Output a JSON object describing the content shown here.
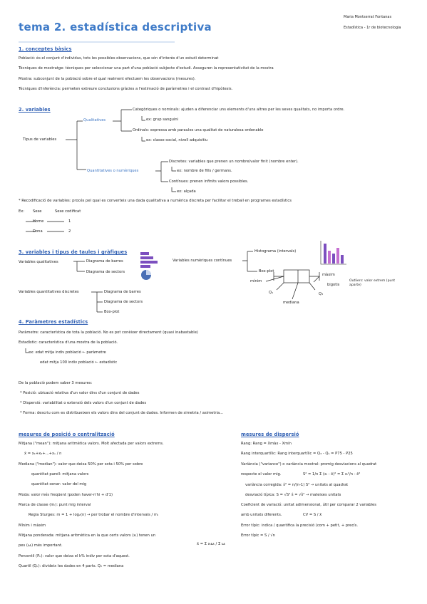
{
  "header": {
    "title": "tema 2. estadística descriptiva",
    "author": "Maria Montserrat Fontanas",
    "course": "Estadística - 1r de biotecnologia"
  },
  "s1": {
    "heading": "1. conceptes bàsics",
    "l1": "Població: és el conjunt d'individus, tots les possibles observacions, que són d'interès d'un estudi determinat",
    "l2": "Tècniques de mostratge: tècniques per seleccionar una part d'una població subjecte d'estudi. Asseguren la representativitat de la mostra",
    "l3": "Mostra: subconjunt de la població sobre el qual realment efectuem les observacions (mesures).",
    "l4": "Tècniques d'inferència: permeten extreure conclusions gràcies a l'estimació de paràmetres i el contrast d'hipòtesis."
  },
  "s2": {
    "heading": "2. variables",
    "tipus": "Tipus de variables",
    "qual": "Qualitatives",
    "categoriques": "Categòriques o nominals: ajuden a diferenciar uns elements d'uns altres per les seves qualitats, no importa ordre.",
    "ex1": "ex: grup sanguini",
    "ordinals": "Ordinals: expressa amb paraules una qualitat de naturalesa ordenable",
    "ex2": "ex: classe social, nivell adquisitiu",
    "quant": "Quantitatives o numèriques",
    "discretes": "Discretes: variables que prenen un nombre/valor finit (nombre enter).",
    "ex3": "ex: nombre de fills / germans.",
    "continues": "Contínues: prenen infinits valors possibles.",
    "ex4": "ex: alçada",
    "recod": "* Recodificació de variables: procés pel qual es converteix una dada qualitativa a numèrica discreta per facilitar el treball en programes estadístics",
    "ex_label": "Ex:",
    "col1": "Sexe",
    "col2": "Sexe codificat",
    "row1a": "Home",
    "row1b": "1",
    "row2a": "Dona",
    "row2b": "2"
  },
  "s3": {
    "heading": "3. variables i tipus de taules i gràfiques",
    "qual": "Variables qualitatives",
    "barres": "Diagrama de barres",
    "sectors": "Diagrama de sectors",
    "quant_disc": "Variables quantitatives discretes",
    "d_barres": "Diagrama de barres",
    "d_sectors": "Diagrama de sectors",
    "boxplot": "Box-plot",
    "num_cont": "Variables numèriques contínues",
    "histograma": "Histograma (intervals)",
    "box_plot2": "Box-plot",
    "minim": "mínim",
    "maxim": "màxim",
    "bigotis": "bigotis",
    "q1": "Q₁",
    "q3": "Q₃",
    "mediana": "mediana",
    "outliers": "Outliers: valor extrem (punt aparte)"
  },
  "s4": {
    "heading": "4. Paràmetres estadístics",
    "parametre": "Paràmetre: característica de tota la població. No es pot conèixer directament (quasi inabastable)",
    "estadistic": "Estadístic: característica d'una mostra de la població.",
    "ex1": "ex: edat mitja indiv població ← paràmetre",
    "ex2": "edat mitja 100 indiv població ← estadístic",
    "de_la": "De la població podem saber 3 mesures:",
    "b1": "* Posició: ubicació relativa d'un valor dins d'un conjunt de dades",
    "b2": "* Dispersió: variabilitat o extensió dels valors d'un conjunt de dades",
    "b3": "* Forma: descriu com es distribueixen els valors dins del conjunt de dades. Informen de simetria / asimetria..."
  },
  "left": {
    "heading": "mesures de posició o centralització",
    "mitjana": "Mitjana (\"mean\"): mitjana aritmètica valors. Molt afectada per valors extrems.",
    "formula": "x̄ = x₁+x₂+...+xₙ / n",
    "mediana": "Mediana (\"median\"): valor que deixa 50% per sota i 50% per sobre",
    "m1": "quantitat parell: mitjana valors",
    "m2": "quantitat senar: valor del mig",
    "moda": "Moda: valor més freqüent (poden haver-n'hi + d'1)",
    "marca": "Marca de classe (mᵢ): punt mig interval",
    "sturges": "Regla Sturges: m = 1 + log₂(n) → per trobar el nombre d'intervals / mᵢ",
    "minim": "Mínim i màxim",
    "ponderada": "Mitjana ponderada: mitjana aritmètica en la que certs valors (xᵢ) tenen un",
    "ponderada2": "pes (ωᵢ) més important.",
    "pformula": "x̄ = Σ xᵢωᵢ / Σ ωᵢ",
    "percentil": "Percentil (Pₖ): valor que deixa el k% indiv per sota d'aquest.",
    "quartil": "Quartil (Qₖ): divideix les dades en 4 parts. Q₂ = mediana"
  },
  "right": {
    "heading": "mesures de dispersió",
    "rang": "Rang: Rang = Xmàx - Xmín",
    "interq": "Rang interquartílic: Rang interquartílic = Q₃ - Q₁ = P75 - P25",
    "variancia": "Variància (\"variance\") o variància mostral: promig desviacions al quadrat",
    "variancia2": "respecte el valor mig.",
    "vformula": "S² = 1/n Σ (xᵢ - x̄)² = Σ xᵢ²/n - x̄²",
    "corregida": "variància corregida: ŝ² = n/(n-1) S² → unitats al quadrat",
    "desv": "desviació típica: S = √S²   ŝ = √ŝ² → mateixes unitats",
    "coef": "Coeficient de variació: unitat adimensional, útil per comparar 2 variables",
    "coef2": "amb unitats diferents.",
    "cvformula": "CV = S / x̄",
    "error": "Error típic: indica / quantifica la precisió (com + petit, + precís.",
    "eformula": "Error típic = S / √n"
  },
  "colors": {
    "heading": "#2f5fb3",
    "accent": "#3b74c4",
    "chart_purple": "#7c4fbf",
    "chart_pink": "#c56fd1",
    "pie": "#4a6fb5"
  }
}
